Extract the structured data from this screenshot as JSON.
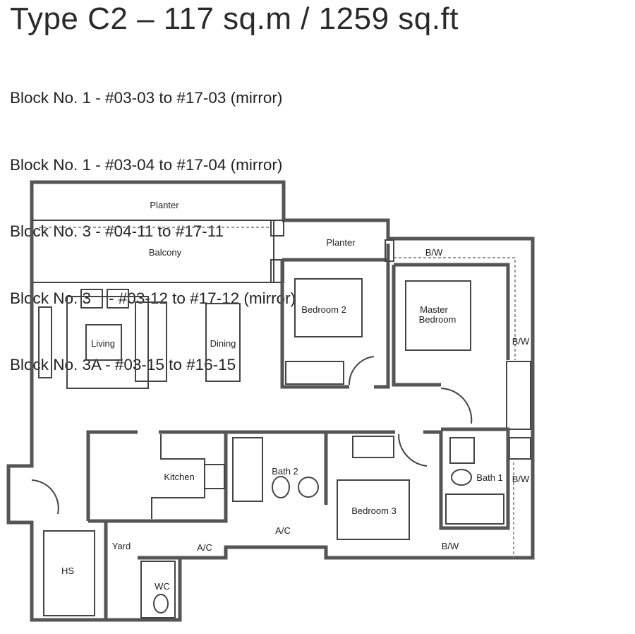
{
  "header": {
    "title": "Type C2 – 117 sq.m / 1259 sq.ft",
    "blocks": [
      "Block No. 1 - #03-03 to #17-03 (mirror)",
      "Block No. 1 - #03-04 to #17-04 (mirror)",
      "Block No. 3 - #04-11 to #17-11",
      "Block No. 3    - #03-12 to #17-12 (mirror)",
      "Block No. 3A - #03-15 to #16-15"
    ]
  },
  "plan": {
    "rooms": {
      "planter_top": "Planter",
      "balcony": "Balcony",
      "planter_mid": "Planter",
      "bw_top": "B/W",
      "bedroom2": "Bedroom 2",
      "master_1": "Master",
      "master_2": "Bedroom",
      "living": "Living",
      "dining": "Dining",
      "bw_right": "B/W",
      "kitchen": "Kitchen",
      "bath2": "Bath 2",
      "bath1": "Bath 1",
      "bw_bath1": "B/W",
      "bedroom3": "Bedroom 3",
      "ac_mid": "A/C",
      "ac_left": "A/C",
      "yard": "Yard",
      "bw_bottom": "B/W",
      "hs": "HS",
      "wc": "WC"
    }
  }
}
